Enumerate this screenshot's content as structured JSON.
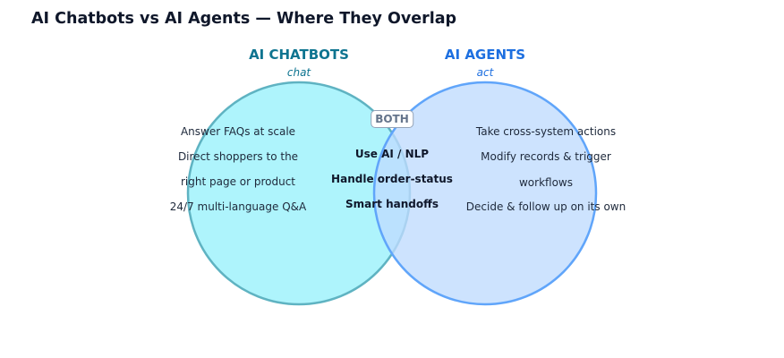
{
  "title": "AI Chatbots vs AI Agents — Where They Overlap",
  "chatbots": {
    "label": "AI CHATBOTS",
    "subtitle": "chat",
    "color": "#0e7490",
    "fill": "#a5f3fc",
    "stroke": "#5fb3c2",
    "items": [
      "Answer FAQs at scale",
      "Direct shoppers to the",
      "right page or product",
      "24/7 multi-language Q&A"
    ]
  },
  "agents": {
    "label": "AI AGENTS",
    "subtitle": "act",
    "color": "#1d6fe0",
    "fill": "#bfdbfe",
    "stroke": "#60a5fa",
    "items": [
      "Take cross-system actions",
      "Modify records & trigger",
      "workflows",
      "Decide & follow up on its own"
    ]
  },
  "both": {
    "label": "BOTH",
    "items": [
      "Use AI / NLP",
      "Handle order-status",
      "Smart handoffs"
    ]
  }
}
